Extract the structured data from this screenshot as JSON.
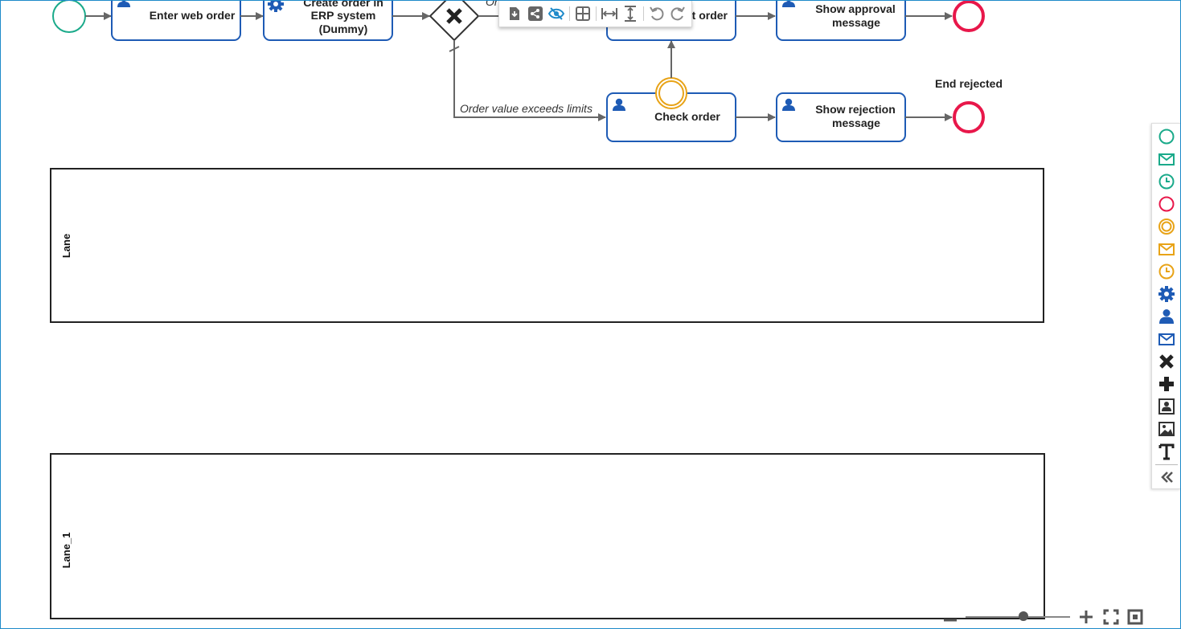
{
  "diagram": {
    "tasks": {
      "enter_web_order": "Enter web order",
      "create_order_line1": "Create order in",
      "create_order_line2": "ERP system",
      "create_order_line3": "(Dummy)",
      "submit_order_fragment": "t order",
      "show_approval_line1": "Show approval",
      "show_approval_line2": "message",
      "check_order": "Check order",
      "show_rejection_line1": "Show rejection",
      "show_rejection_line2": "message"
    },
    "events": {
      "end_rejected": "End rejected"
    },
    "flows": {
      "exceeds_limits": "Order value exceeds limits",
      "top_fragment": "Or"
    },
    "lanes": {
      "lane_a": "Lane",
      "lane_b": "Lane_1"
    }
  },
  "colors": {
    "frame": "#1f8ac9",
    "task_border": "#1e5bb5",
    "start_event": "#1aaa8a",
    "end_event": "#e8174a",
    "intermediate_event": "#e8a317",
    "connector": "#666666"
  },
  "toolbar": {
    "icons": [
      "export-icon",
      "share-icon",
      "hide-icon",
      "grid-icon",
      "fit-width-icon",
      "fit-height-icon",
      "undo-icon",
      "redo-icon"
    ]
  },
  "palette": {
    "icons": [
      "start-event-icon",
      "message-start-event-icon",
      "timer-start-event-icon",
      "end-event-icon",
      "intermediate-event-icon",
      "message-intermediate-event-icon",
      "timer-intermediate-event-icon",
      "service-task-icon",
      "user-task-icon",
      "send-task-icon",
      "exclusive-gateway-icon",
      "parallel-gateway-icon",
      "lane-icon",
      "image-icon",
      "text-icon",
      "collapse-icon"
    ]
  },
  "zoom": {
    "level_fraction": 0.55
  }
}
